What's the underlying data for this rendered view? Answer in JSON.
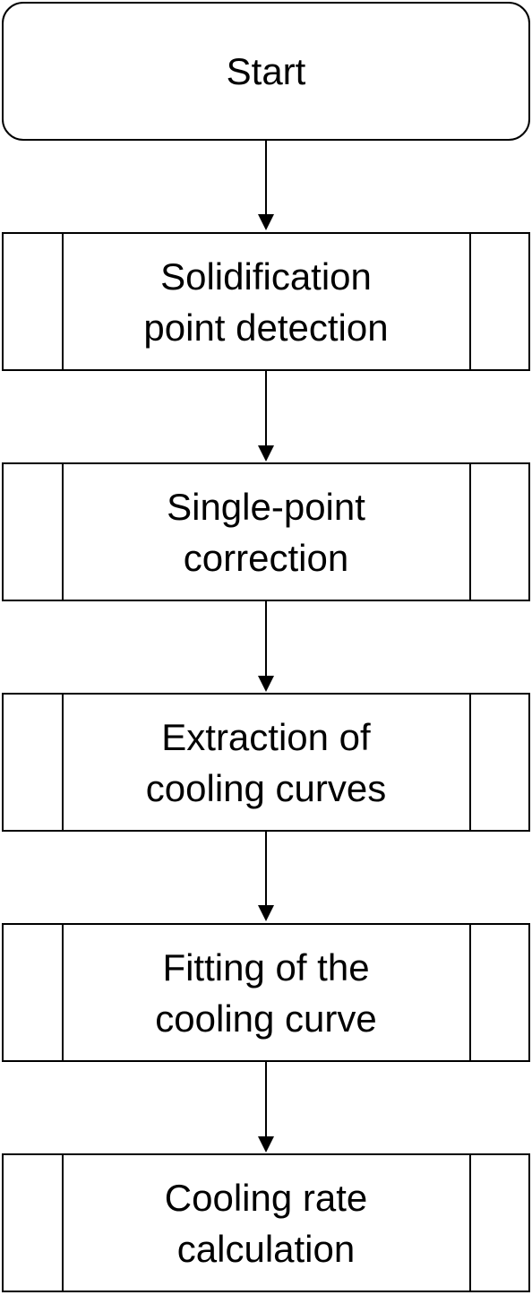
{
  "flowchart": {
    "start": "Start",
    "steps": [
      "Solidification\npoint detection",
      "Single-point\ncorrection",
      "Extraction of\ncooling curves",
      "Fitting of the\ncooling curve",
      "Cooling rate\ncalculation"
    ]
  },
  "colors": {
    "stroke": "#000000",
    "fill": "#ffffff"
  }
}
